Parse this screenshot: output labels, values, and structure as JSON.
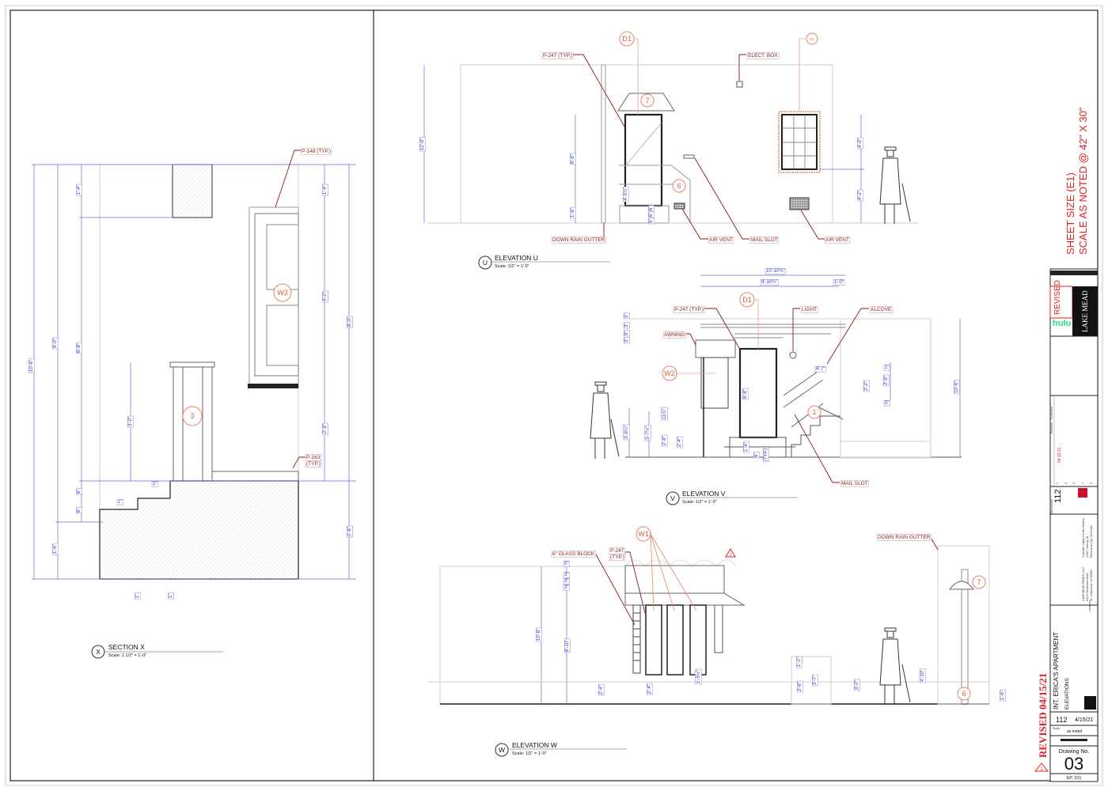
{
  "sheet": {
    "size_note_line1": "SHEET SIZE (E1)",
    "size_note_line2": "SCALE AS NOTED @ 42\" X 30\"",
    "revised_stamp": "REVISED 04/15/21",
    "revision_triangle": "1",
    "accent_red": "#e02020",
    "callout_color": "#8a1b1b",
    "dimension_color": "#3535c8",
    "tag_color": "#e0603a"
  },
  "section_x": {
    "letter": "X",
    "title": "SECTION X",
    "scale": "Scale: 1 1/2\" = 1'-0\"",
    "callouts": [
      "P-148 (TYP.)",
      "P-163",
      "(TYP.)"
    ],
    "tags": [
      "W3",
      "3"
    ],
    "dims": [
      "10'-6\"",
      "9'-0\"",
      "1'-6\"",
      "1'-4\"",
      "6'-8\"",
      "6\"",
      "6\"",
      "3'-0\"",
      "1\"",
      "1\"",
      "1'-4\"",
      "4'-0\"",
      "2'-8\"",
      "8'-0\"",
      "2'-6\"",
      "1\"",
      "1\""
    ]
  },
  "elevation_u": {
    "letter": "U",
    "title": "ELEVATION U",
    "scale": "Scale: 1/2\" = 1'-0\"",
    "callouts": [
      "P-247 (TYP.)",
      "ELECT. BOX",
      "DOWN RAIN GUTTER",
      "AIR VENT",
      "MAIL SLOT",
      "AIR VENT"
    ],
    "tags": [
      "D1",
      "7",
      "6",
      "WT"
    ],
    "dims": [
      "12'-0\"",
      "6'-8\"",
      "1'-6\"",
      "4'-5¾\"",
      "6\"",
      "6\"",
      "6\"",
      "4'-0\"",
      "4'-2\""
    ]
  },
  "elevation_v": {
    "letter": "V",
    "title": "ELEVATION V",
    "scale": "Scale: 1/2\" = 1'-0\"",
    "callouts": [
      "P-247 (TYP.)",
      "LIGHT",
      "ALCOVE",
      "AWNING",
      "MAIL SLOT"
    ],
    "tags": [
      "D1",
      "W2",
      "1"
    ],
    "dims": [
      "10'-10¾\"",
      "9'-10¾\"",
      "1'-0\"",
      "5\"",
      "3\"",
      "9\"",
      "3\"",
      "6'-8\"",
      "R 7\"",
      "1\"",
      "2'-2\"",
      "2'-9\"",
      "5\"",
      "10'-6\"",
      "3'-9½\"",
      "3'-7½\"",
      "11½\"",
      "2'-8\"",
      "2'-4\"",
      "1'-6\"",
      "6\"",
      "(TYP.)"
    ]
  },
  "elevation_w": {
    "letter": "W",
    "title": "ELEVATION W",
    "scale": "Scale: 1/2\" = 1'-0\"",
    "callouts": [
      "6\" GLASS BLOCK",
      "P-247",
      "(TYP.)",
      "DOWN RAIN GUTTER"
    ],
    "tags": [
      "W1",
      "7",
      "6"
    ],
    "revision_mark": "1",
    "dims": [
      "5\"",
      "3\"",
      "3\"",
      "3\"",
      "10'-6\"",
      "8'-10\"",
      "2'-4\"",
      "2'-4\"",
      "1'-5½\"",
      "1'-1\"",
      "2'-6\"",
      "3'-7\"",
      "3'-0\"",
      "4'-10\"",
      "1'-6\""
    ]
  },
  "title_block": {
    "revised": "REVISED",
    "brand": "hulu",
    "production": "LAKE MEAD",
    "revision_header": [
      "Revision",
      "Comment"
    ],
    "revision_rows": [
      "1",
      "2",
      "3",
      "4",
      "5"
    ],
    "revision_1_date": "04.15.21",
    "set_number_label": "Set Number",
    "set_number": "112",
    "company": [
      "LAKE MEAD PRODS, LLC",
      "612 N Robertson Blvd",
      "W. Hollywood, CA 90069"
    ],
    "studio": [
      "Chandler Valley Center Studios",
      "13927 Saticoy St.",
      "Panorama City, CA 91402"
    ],
    "location_label": "Location",
    "set_name": "INT. ERICA'S APARTMENT",
    "drawing_title": "ELEVATIONS",
    "set_no_small": "112",
    "date": "4/15/21",
    "scale_label": "Scale:",
    "scale_value": "as noted",
    "drawing_no_label": "Drawing No.",
    "drawing_no": "03",
    "sheet_code": "EP. 101"
  }
}
